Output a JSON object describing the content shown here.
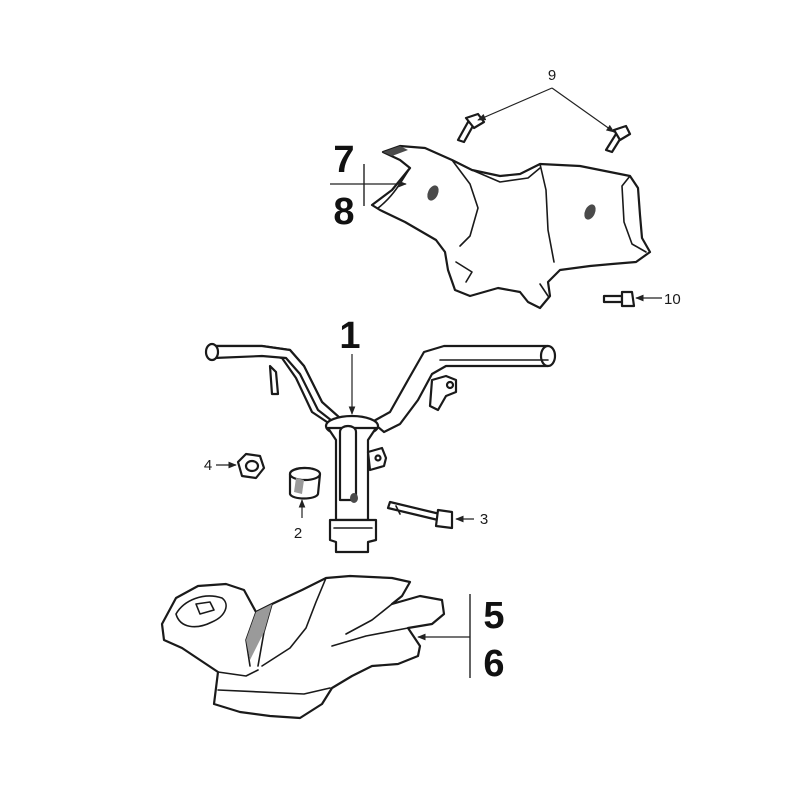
{
  "callouts": {
    "c1": "1",
    "c2": "2",
    "c3": "3",
    "c4": "4",
    "c5": "5",
    "c6": "6",
    "c7": "7",
    "c8": "8",
    "c9": "9",
    "c10": "10"
  },
  "colors": {
    "line": "#1a1a1a",
    "shade": "#4a4a4a",
    "background": "#ffffff"
  }
}
